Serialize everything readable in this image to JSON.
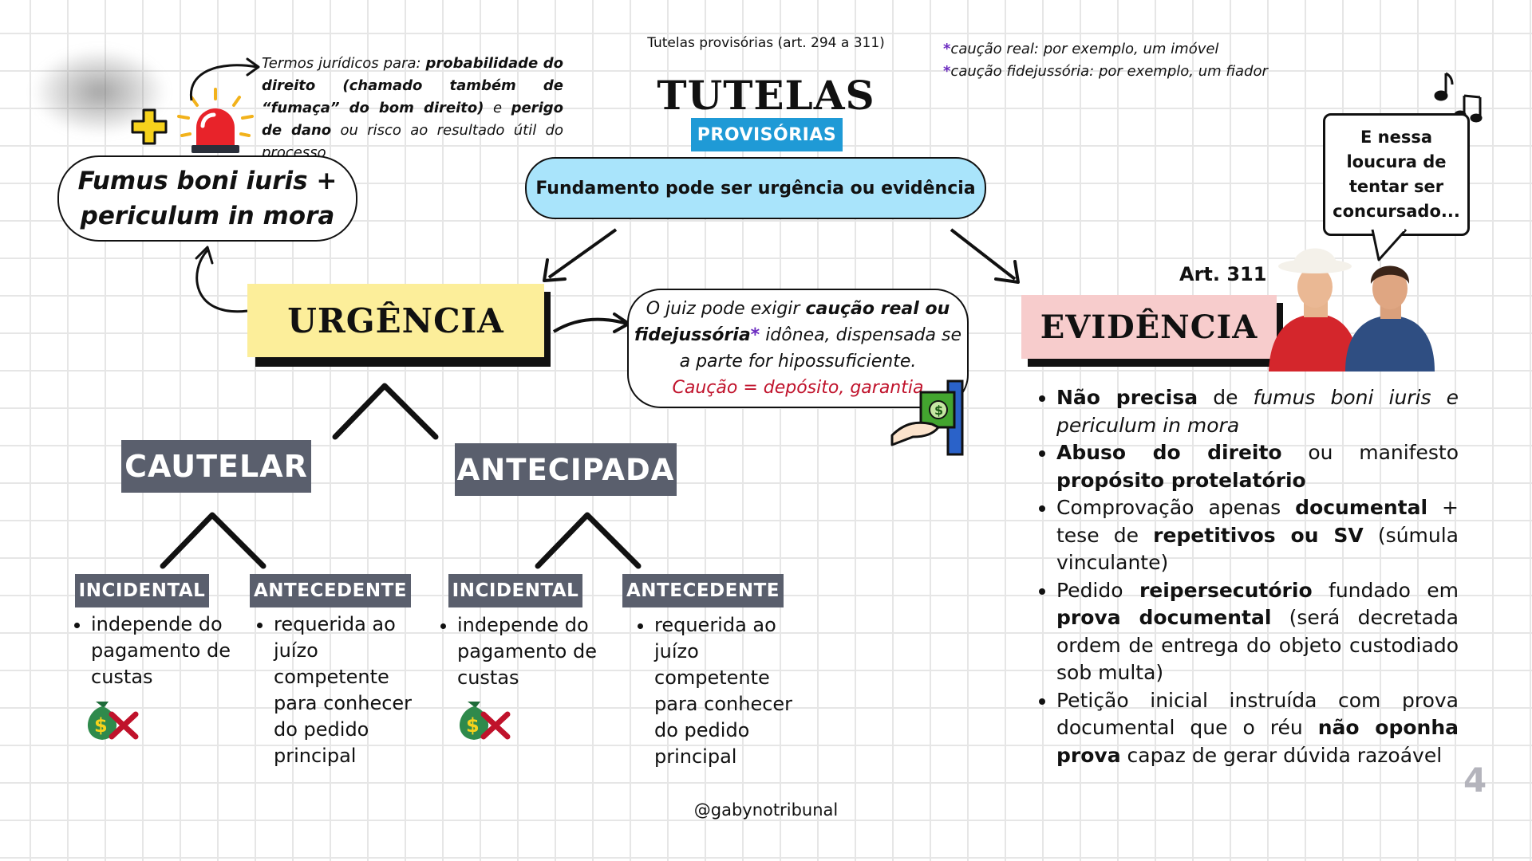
{
  "header": {
    "top_title": "Tutelas provisórias (art. 294 a 311)",
    "title": "TUTELAS",
    "subtitle": "PROVISÓRIAS"
  },
  "termos_note": {
    "lead": "Termos jurídicos para:",
    "b1": "probabilidade do direito (chamado também de “fumaça” do bom direito)",
    "mid": "e",
    "b2": "perigo de dano",
    "tail": "ou risco ao resultado útil do processo"
  },
  "fumus_box": {
    "line1": "Fumus boni iuris +",
    "line2": "periculum in mora"
  },
  "fundamento": "Fundamento pode ser urgência ou evidência",
  "caucao_notes": {
    "star": "*",
    "real": "caução real: por exemplo, um imóvel",
    "fidejussoria": "caução fidejussória: por exemplo, um fiador"
  },
  "speech_bubble": "E nessa loucura de tentar ser concursado...",
  "art311": "Art. 311",
  "urgencia": {
    "label": "URGÊNCIA",
    "cautelar": "CAUTELAR",
    "antecipada": "ANTECIPADA"
  },
  "caucao_box": {
    "t1": "O juiz pode exigir",
    "b1": "caução real ou fidejussória",
    "star": "*",
    "t2": "idônea, dispensada se a parte for hipossuficiente.",
    "definition": "Caução = depósito, garantia"
  },
  "branches": {
    "cautelar_incidental": {
      "label": "INCIDENTAL",
      "text": "independe do pagamento de custas"
    },
    "cautelar_antecedente": {
      "label": "ANTECEDENTE",
      "text": "requerida ao juízo competente para conhecer do pedido principal"
    },
    "antecipada_incidental": {
      "label": "INCIDENTAL",
      "text": "independe do pagamento de custas"
    },
    "antecipada_antecedente": {
      "label": "ANTECEDENTE",
      "text": "requerida ao juízo competente para conhecer do pedido principal"
    }
  },
  "evidencia": {
    "label": "EVIDÊNCIA",
    "items": [
      {
        "b1": "Não precisa",
        "t1": " de ",
        "i1": "fumus boni iuris e periculum in mora"
      },
      {
        "b1": "Abuso do direito",
        "t1": " ou manifesto ",
        "b2": "propósito protelatório"
      },
      {
        "t0": "Comprovação apenas ",
        "b1": "documental",
        "t1": " + tese de ",
        "b2": "repetitivos ou SV",
        "t2": " (súmula vinculante)"
      },
      {
        "t0": "Pedido ",
        "b1": "reipersecutório",
        "t1": " fundado em ",
        "b2": "prova documental",
        "t2": " (será decretada ordem de entrega do objeto custodiado sob multa)"
      },
      {
        "t0": "Petição inicial instruída com prova documental que o réu ",
        "b1": "não oponha prova",
        "t1": " capaz de gerar dúvida razoável"
      }
    ]
  },
  "footer": {
    "handle": "@gabynotribunal",
    "page_number": "4"
  },
  "colors": {
    "urgencia_bg": "#fcee9a",
    "evidencia_bg": "#f7cccc",
    "fundamento_bg": "#a9e4fb",
    "provisorias_badge": "#1f9ad6",
    "grey_label": "#5a5f6d",
    "caucao_definition": "#c0122b",
    "star": "#6b2bc0"
  },
  "icons": [
    "smoke-cloud",
    "plus-icon",
    "siren-icon",
    "money-card-icon",
    "no-money-bag-icon",
    "music-notes-icon",
    "singers-photo"
  ]
}
